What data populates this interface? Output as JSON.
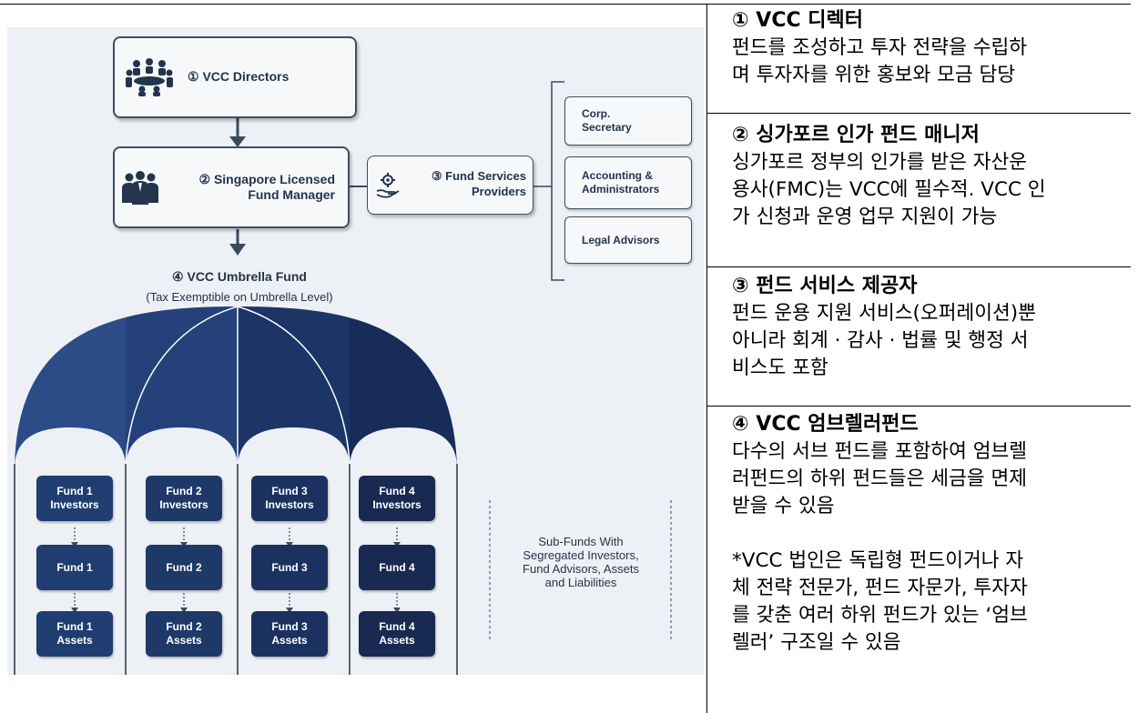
{
  "diagram": {
    "directors_label": "① VCC Directors",
    "manager_label_line1": "② Singapore Licensed",
    "manager_label_line2": "Fund Manager",
    "services_label_line1": "③ Fund Services",
    "services_label_line2": "Providers",
    "services": [
      {
        "line1": "Corp.",
        "line2": "Secretary"
      },
      {
        "line1": "Accounting &",
        "line2": "Administrators"
      },
      {
        "line1": "Legal Advisors",
        "line2": ""
      }
    ],
    "umbrella_title": "④ VCC Umbrella Fund",
    "umbrella_subtitle": "(Tax Exemptible on Umbrella Level)",
    "funds": [
      {
        "investors": "Fund 1\nInvestors",
        "fund": "Fund 1",
        "assets": "Fund 1\nAssets"
      },
      {
        "investors": "Fund 2\nInvestors",
        "fund": "Fund 2",
        "assets": "Fund 2\nAssets"
      },
      {
        "investors": "Fund 3\nInvestors",
        "fund": "Fund 3",
        "assets": "Fund 3\nAssets"
      },
      {
        "investors": "Fund 4\nInvestors",
        "fund": "Fund 4",
        "assets": "Fund 4\nAssets"
      }
    ],
    "sub_funds_note": "Sub-Funds With\nSegregated Investors,\nFund Advisors, Assets\nand Liabilities",
    "colors": {
      "navy": "#1f3d70",
      "box_border": "#3d4f66",
      "panel_bg": "#edf0f4"
    }
  },
  "descriptions": [
    {
      "title": "① VCC 디렉터",
      "body": "펀드를 조성하고 투자 전략을 수립하\n며 투자자를 위한 홍보와 모금 담당"
    },
    {
      "title": "② 싱가포르 인가 펀드 매니저",
      "body": "싱가포르 정부의 인가를 받은 자산운\n용사(FMC)는 VCC에 필수적. VCC 인\n가 신청과 운영 업무 지원이 가능"
    },
    {
      "title": "③ 펀드 서비스 제공자",
      "body": "펀드 운용 지원 서비스(오퍼레이션)뿐\n아니라 회계 · 감사 · 법률 및 행정 서\n비스도 포함"
    },
    {
      "title": "④ VCC 엄브렐러펀드",
      "body": "다수의 서브 펀드를 포함하여 엄브렐\n러펀드의 하위 펀드들은 세금을 면제\n받을 수 있음\n\n*VCC 법인은 독립형 펀드이거나 자\n체 전략 전문가, 펀드 자문가, 투자자\n를 갖춘 여러 하위 펀드가 있는 ‘엄브\n렐러’ 구조일 수 있음"
    }
  ]
}
